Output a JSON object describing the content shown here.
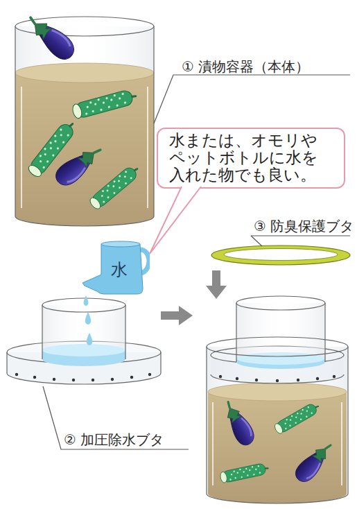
{
  "diagram": {
    "nodes": [
      {
        "text": [
          "水または、オモリやペットボトルに水を入れた物でも良い。"
        ]
      },
      {
        "text": [
          "水"
        ]
      }
    ],
    "edges": [
      {
        "from": 0,
        "to": 1,
        "arrow": "none"
      }
    ],
    "labels": [
      "① 漬物容器（本体）",
      "③ 防臭保護ブタ",
      "② 加圧除水ブタ"
    ]
  }
}
